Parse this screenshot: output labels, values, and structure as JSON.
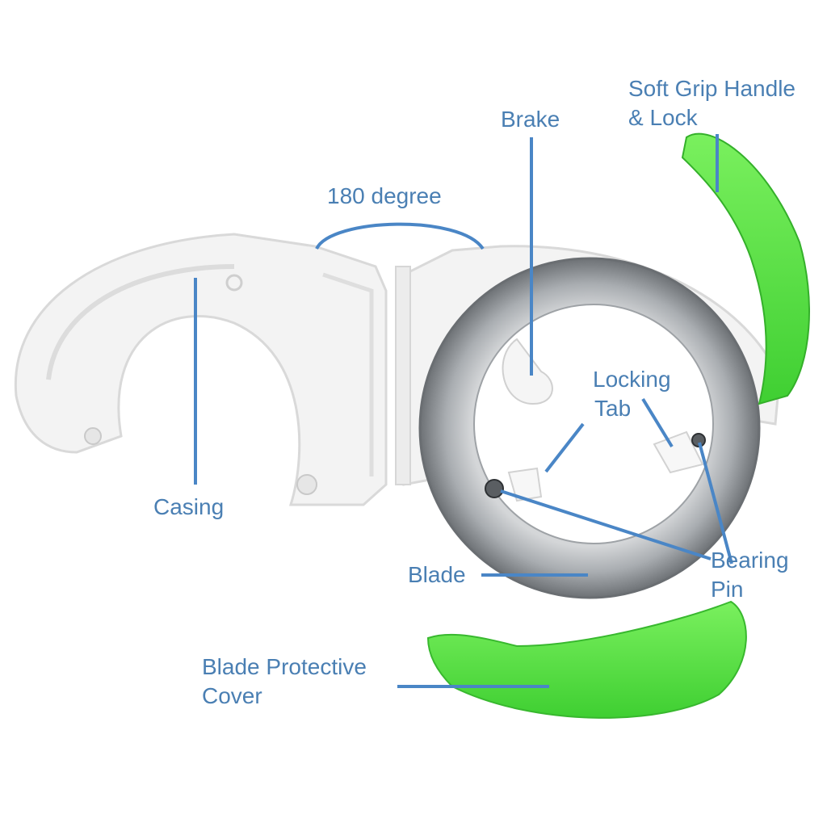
{
  "diagram": {
    "subject": "Pizza cutter exploded parts view",
    "colors": {
      "label": "#4a7fb3",
      "leader": "#4a86c6",
      "green": "#5ee04a",
      "casing": "#f4f4f4",
      "blade": "#b9bcbf"
    },
    "labels": {
      "handle_line1": "Soft Grip Handle",
      "handle_line2": "& Lock",
      "brake": "Brake",
      "degree": "180 degree",
      "locking_line1": "Locking",
      "locking_line2": "Tab",
      "casing": "Casing",
      "blade": "Blade",
      "bearing_line1": "Bearing",
      "bearing_line2": "Pin",
      "cover_line1": "Blade Protective",
      "cover_line2": "Cover"
    }
  }
}
